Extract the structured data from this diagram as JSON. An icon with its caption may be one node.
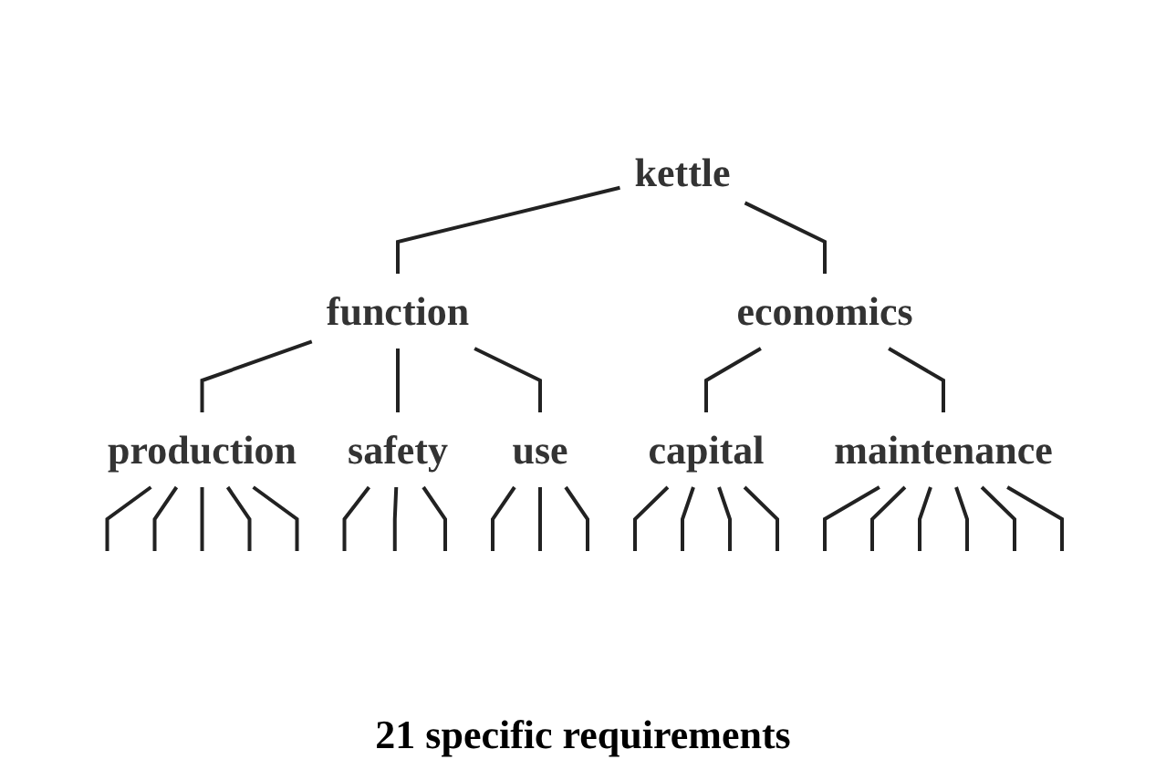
{
  "diagram": {
    "nodes": [
      {
        "text": [
          "kettle"
        ]
      },
      {
        "text": [
          "function"
        ]
      },
      {
        "text": [
          "economics"
        ]
      },
      {
        "text": [
          "production"
        ]
      },
      {
        "text": [
          "safety"
        ]
      },
      {
        "text": [
          "use"
        ]
      },
      {
        "text": [
          "capital"
        ]
      },
      {
        "text": [
          "maintenance"
        ]
      }
    ],
    "edges": [
      {
        "from": 0,
        "to": 1,
        "arrow": "none"
      },
      {
        "from": 0,
        "to": 2,
        "arrow": "none"
      },
      {
        "from": 1,
        "to": 3,
        "arrow": "none"
      },
      {
        "from": 1,
        "to": 4,
        "arrow": "none"
      },
      {
        "from": 1,
        "to": 5,
        "arrow": "none"
      },
      {
        "from": 2,
        "to": 6,
        "arrow": "none"
      },
      {
        "from": 2,
        "to": 7,
        "arrow": "none"
      },
      {
        "from": 3,
        "to": null,
        "arrow": "none"
      },
      {
        "from": 3,
        "to": null,
        "arrow": "none"
      },
      {
        "from": 3,
        "to": null,
        "arrow": "none"
      },
      {
        "from": 3,
        "to": null,
        "arrow": "none"
      },
      {
        "from": 3,
        "to": null,
        "arrow": "none"
      },
      {
        "from": 4,
        "to": null,
        "arrow": "none"
      },
      {
        "from": 4,
        "to": null,
        "arrow": "none"
      },
      {
        "from": 4,
        "to": null,
        "arrow": "none"
      },
      {
        "from": 5,
        "to": null,
        "arrow": "none"
      },
      {
        "from": 5,
        "to": null,
        "arrow": "none"
      },
      {
        "from": 5,
        "to": null,
        "arrow": "none"
      },
      {
        "from": 6,
        "to": null,
        "arrow": "none"
      },
      {
        "from": 6,
        "to": null,
        "arrow": "none"
      },
      {
        "from": 6,
        "to": null,
        "arrow": "none"
      },
      {
        "from": 6,
        "to": null,
        "arrow": "none"
      },
      {
        "from": 7,
        "to": null,
        "arrow": "none"
      },
      {
        "from": 7,
        "to": null,
        "arrow": "none"
      },
      {
        "from": 7,
        "to": null,
        "arrow": "none"
      },
      {
        "from": 7,
        "to": null,
        "arrow": "none"
      },
      {
        "from": 7,
        "to": null,
        "arrow": "none"
      },
      {
        "from": 7,
        "to": null,
        "arrow": "none"
      }
    ],
    "labels": [
      "21 specific requirements"
    ]
  }
}
